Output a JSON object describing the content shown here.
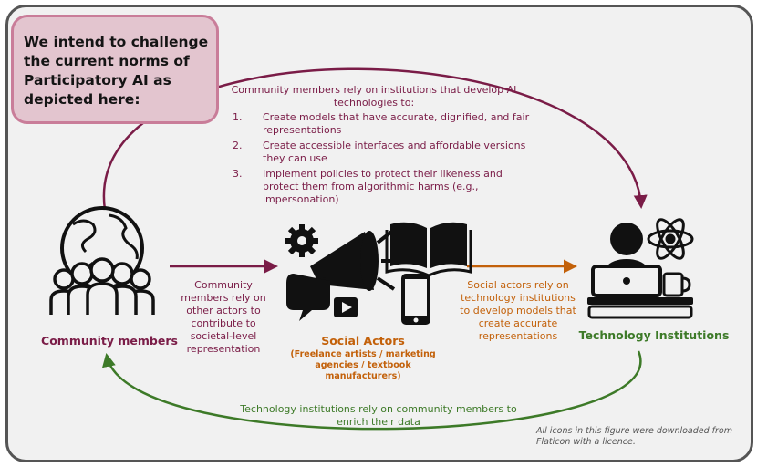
{
  "callout": {
    "text": "We intend to challenge the current norms of Participatory AI as depicted here:"
  },
  "top_arc": {
    "intro": "Community members rely on institutions that develop AI technologies to:",
    "items": [
      {
        "num": "1.",
        "text": "Create models that have accurate, dignified, and fair representations"
      },
      {
        "num": "2.",
        "text": "Create accessible interfaces and affordable versions they can use"
      },
      {
        "num": "3.",
        "text": "Implement policies to protect their likeness and protect them from algorithmic harms (e.g., impersonation)"
      }
    ]
  },
  "community": {
    "label": "Community members",
    "arrow_text": "Community members rely on other actors to contribute to societal-level representation"
  },
  "social": {
    "label": "Social Actors",
    "sublabel": "(Freelance artists / marketing agencies / textbook manufacturers)",
    "arrow_text": "Social actors rely on technology institutions to develop models that create accurate representations"
  },
  "tech": {
    "label": "Technology Institutions"
  },
  "bottom_arc": {
    "text": "Technology institutions rely on community members to enrich their data"
  },
  "credit": "All icons in this figure were downloaded from Flaticon with a licence.",
  "colors": {
    "maroon": "#7a1c47",
    "orange": "#c3610a",
    "green": "#3d7a28",
    "callout_fill": "#e3c5cf",
    "callout_border": "#c97d99"
  },
  "icons": [
    "globe-icon",
    "people-group-icon",
    "gear-icon",
    "megaphone-icon",
    "book-icon",
    "smartphone-icon",
    "video-icon",
    "speech-bubble-icon",
    "person-laptop-icon",
    "atom-icon",
    "coffee-mug-icon"
  ]
}
